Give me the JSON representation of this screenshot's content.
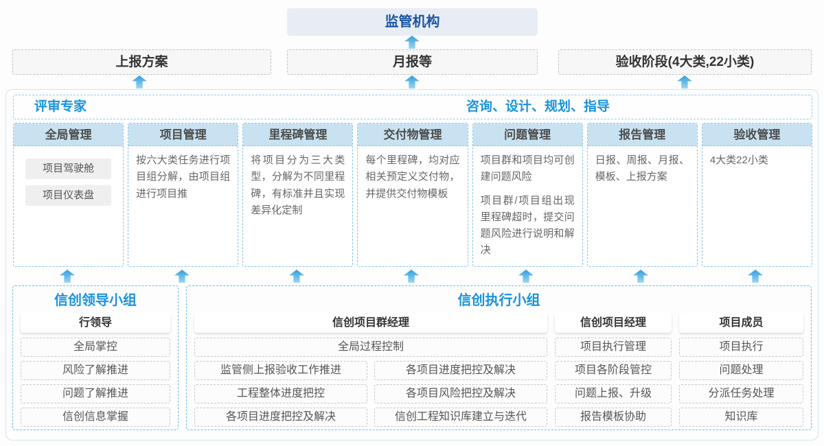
{
  "top": {
    "regulator": "监管机构",
    "stages": [
      {
        "label": "上报方案"
      },
      {
        "label": "月报等"
      },
      {
        "label": "验收阶段(4大类,22小类)"
      }
    ]
  },
  "middle": {
    "experts_header": "评审专家",
    "guidance_header": "咨询、设计、规划、指导",
    "columns": [
      {
        "title": "全局管理",
        "tags": [
          "项目驾驶舱",
          "项目仪表盘"
        ],
        "paragraphs": []
      },
      {
        "title": "项目管理",
        "tags": [],
        "paragraphs": [
          "按六大类任务进行项目组分解，由项目组进行项目推"
        ]
      },
      {
        "title": "里程碑管理",
        "tags": [],
        "paragraphs": [
          "将项目分为三大类型，分解为不同里程碑，有标准并且实现差异化定制"
        ]
      },
      {
        "title": "交付物管理",
        "tags": [],
        "paragraphs": [
          "每个里程碑，均对应相关预定义交付物，并提供交付物模板"
        ]
      },
      {
        "title": "问题管理",
        "tags": [],
        "paragraphs": [
          "项目群和项目均可创建问题风险",
          "项目群/项目组出现里程碑超时，提交问题风险进行说明和解决"
        ]
      },
      {
        "title": "报告管理",
        "tags": [],
        "paragraphs": [
          "日报、周报、月报、模板、上报方案"
        ]
      },
      {
        "title": "验收管理",
        "tags": [],
        "paragraphs": [
          "4大类22小类"
        ]
      }
    ]
  },
  "bottom": {
    "lead_group": {
      "title": "信创领导小组",
      "role": "行领导",
      "items": [
        "全局掌控",
        "风险了解推进",
        "问题了解推进",
        "信创信息掌握"
      ]
    },
    "exec_group": {
      "title": "信创执行小组",
      "program_manager": {
        "role": "信创项目群经理",
        "top_item": "全局过程控制",
        "left_items": [
          "监管侧上报验收工作推进",
          "工程整体进度把控",
          "各项目进度把控及解决"
        ],
        "right_items": [
          "各项目进度把控及解决",
          "各项目风险把控及解决",
          "信创工程知识库建立与迭代"
        ]
      },
      "project_manager": {
        "role": "信创项目经理",
        "items": [
          "项目执行管理",
          "项目各阶段管控",
          "问题上报、升级",
          "报告模板协助"
        ]
      },
      "member": {
        "role": "项目成员",
        "items": [
          "项目执行",
          "问题处理",
          "分派任务处理",
          "知识库"
        ]
      }
    }
  },
  "icons": {
    "arrow_up": "block-arrow-up"
  },
  "colors": {
    "accent-blue": "#1993dd",
    "dark-blue": "#1b55a0",
    "col-header-bg": "#c9e2f1",
    "regulator-bg": "#e8edf5",
    "arrow-top": "#2f9fda",
    "arrow-bottom": "#9bd6f4"
  }
}
